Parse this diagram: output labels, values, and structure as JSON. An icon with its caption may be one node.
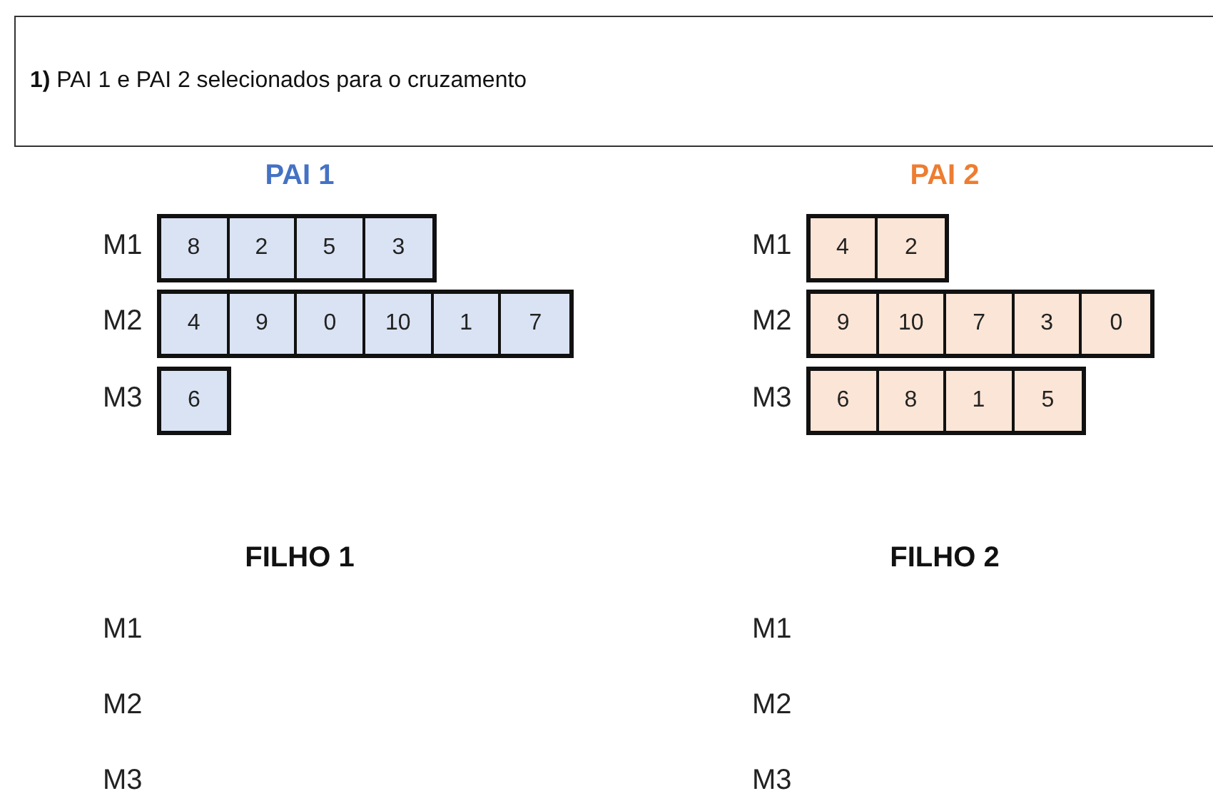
{
  "diagram": {
    "nodes": [
      {
        "text": [
          "**1)** PAI 1 e PAI 2 selecionados para o cruzamento"
        ]
      },
      {
        "text": [],
        "shape": "box",
        "beside": [
          "M1"
        ]
      },
      {
        "text": [
          "8"
        ],
        "in": 1
      },
      {
        "text": [
          "2"
        ],
        "in": 1
      },
      {
        "text": [
          "5"
        ],
        "in": 1
      },
      {
        "text": [
          "3"
        ],
        "in": 1
      },
      {
        "text": [],
        "shape": "box",
        "beside": [
          "M2"
        ]
      },
      {
        "text": [
          "4"
        ],
        "in": 6
      },
      {
        "text": [
          "9"
        ],
        "in": 6
      },
      {
        "text": [
          "0"
        ],
        "in": 6
      },
      {
        "text": [
          "10"
        ],
        "in": 6
      },
      {
        "text": [
          "1"
        ],
        "in": 6
      },
      {
        "text": [
          "7"
        ],
        "in": 6
      },
      {
        "text": [],
        "shape": "box",
        "beside": [
          "M3"
        ]
      },
      {
        "text": [
          "6"
        ],
        "in": 13
      },
      {
        "text": [],
        "shape": "box",
        "beside": [
          "M1"
        ]
      },
      {
        "text": [
          "4"
        ],
        "in": 15
      },
      {
        "text": [
          "2"
        ],
        "in": 15
      },
      {
        "text": [],
        "shape": "box",
        "beside": [
          "M2"
        ]
      },
      {
        "text": [
          "9"
        ],
        "in": 18
      },
      {
        "text": [
          "10"
        ],
        "in": 18
      },
      {
        "text": [
          "7"
        ],
        "in": 18
      },
      {
        "text": [
          "3"
        ],
        "in": 18
      },
      {
        "text": [
          "0"
        ],
        "in": 18
      },
      {
        "text": [],
        "shape": "box",
        "beside": [
          "M3"
        ]
      },
      {
        "text": [
          "6"
        ],
        "in": 24
      },
      {
        "text": [
          "8"
        ],
        "in": 24
      },
      {
        "text": [
          "1"
        ],
        "in": 24
      },
      {
        "text": [
          "5"
        ],
        "in": 24
      }
    ],
    "labels": [
      "PAI 1",
      "PAI 2",
      "FILHO 1",
      "FILHO 2",
      "M1",
      "M1",
      "M2",
      "M2",
      "M3",
      "M3"
    ]
  }
}
